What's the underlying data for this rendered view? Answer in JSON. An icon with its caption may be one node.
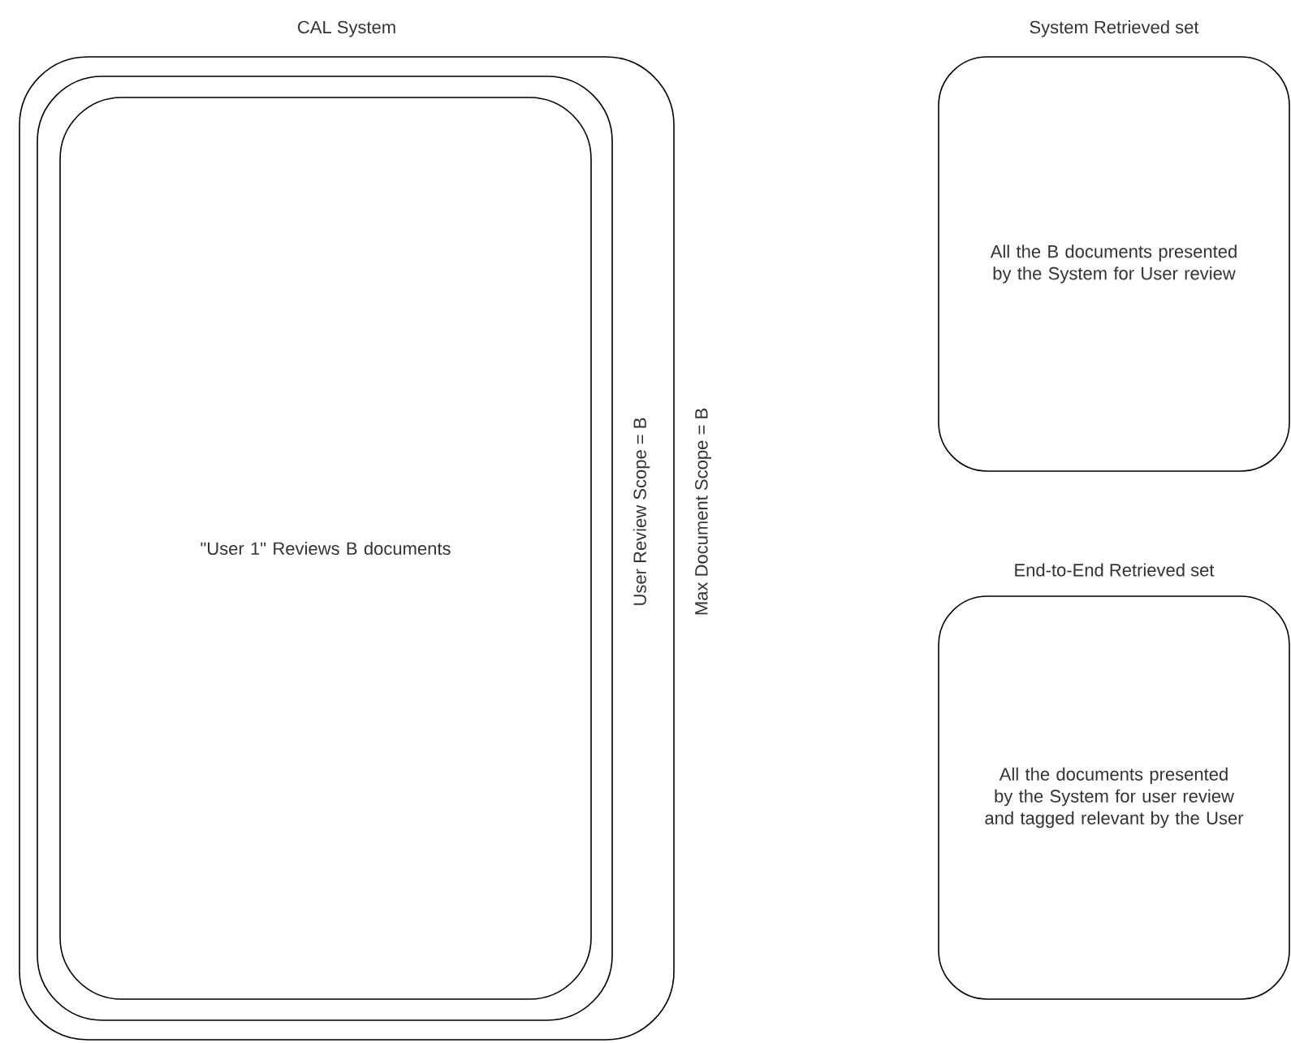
{
  "diagram": {
    "nodes": [
      {
        "text": [
          "CAL System"
        ],
        "beside": [
          "Max Document Scope = B"
        ]
      },
      {
        "text": [],
        "shape": "box",
        "beside": [
          "User Review Scope = B"
        ],
        "in": 0
      },
      {
        "text": [
          "\"User 1\" Reviews B documents"
        ],
        "in": 1
      },
      {
        "text": [
          "System Retrieved set",
          "All the B documents presented by the System for User review"
        ]
      },
      {
        "text": [
          "End-to-End Retrieved set",
          "All the documents presented by the System for user review and tagged relevant by the User"
        ]
      }
    ]
  }
}
